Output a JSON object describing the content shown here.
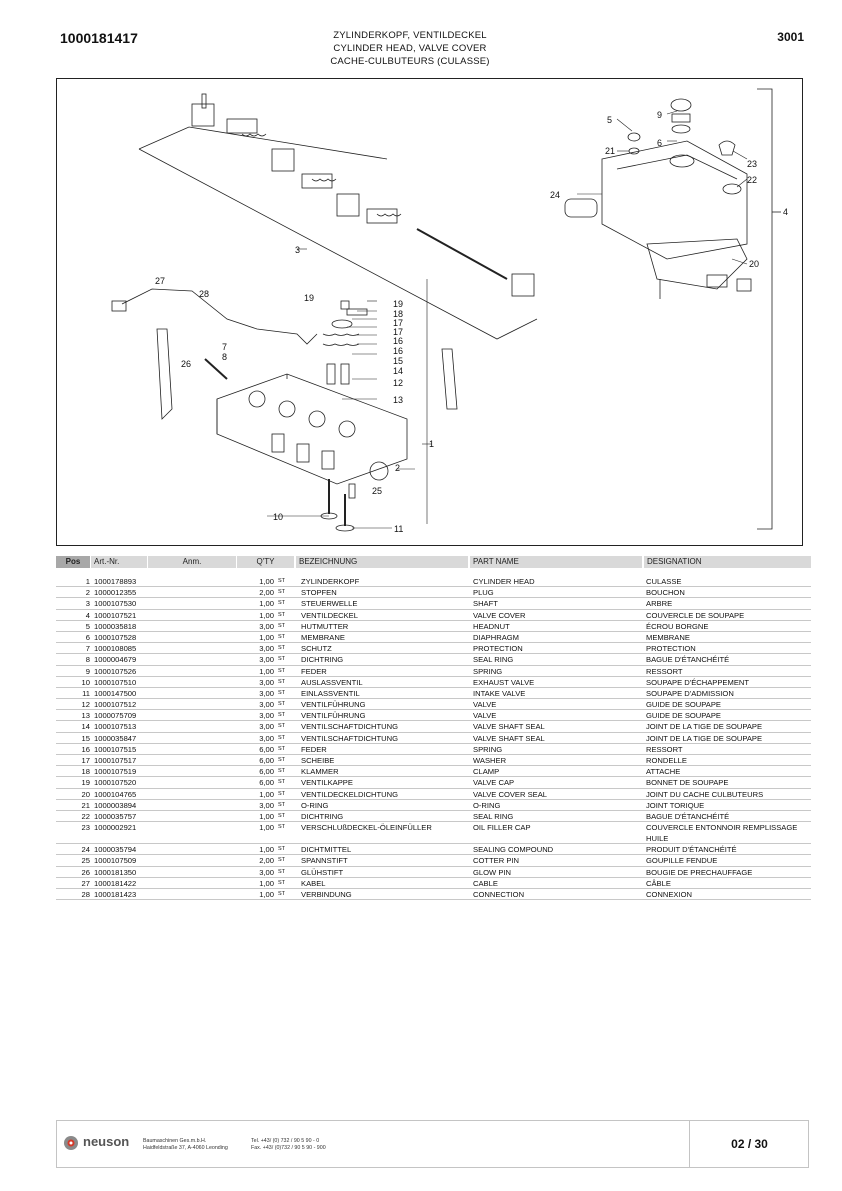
{
  "header": {
    "doc_number": "1000181417",
    "title_de": "ZYLINDERKOPF, VENTILDECKEL",
    "title_en": "CYLINDER HEAD, VALVE COVER",
    "title_fr": "CACHE-CULBUTEURS (CULASSE)",
    "group_code": "3001"
  },
  "figure": {
    "callouts": [
      "1",
      "2",
      "3",
      "4",
      "5",
      "6",
      "7",
      "8",
      "9",
      "10",
      "11",
      "12",
      "13",
      "14",
      "15",
      "16",
      "16",
      "17",
      "17",
      "18",
      "19",
      "19",
      "20",
      "21",
      "22",
      "23",
      "24",
      "25",
      "26",
      "27",
      "28"
    ]
  },
  "table": {
    "headers": {
      "pos": "Pos",
      "art": "Art.-Nr.",
      "anm": "Anm.",
      "qty": "Q'TY",
      "de": "BEZEICHNUNG",
      "en": "PART NAME",
      "fr": "DESIGNATION"
    },
    "rows": [
      {
        "pos": "1",
        "art": "1000178893",
        "qty": "1,00",
        "unit": "ST",
        "de": "ZYLINDERKOPF",
        "en": "CYLINDER HEAD",
        "fr": "CULASSE"
      },
      {
        "pos": "2",
        "art": "1000012355",
        "qty": "2,00",
        "unit": "ST",
        "de": "STOPFEN",
        "en": "PLUG",
        "fr": "BOUCHON"
      },
      {
        "pos": "3",
        "art": "1000107530",
        "qty": "1,00",
        "unit": "ST",
        "de": "STEUERWELLE",
        "en": "SHAFT",
        "fr": "ARBRE"
      },
      {
        "pos": "4",
        "art": "1000107521",
        "qty": "1,00",
        "unit": "ST",
        "de": "VENTILDECKEL",
        "en": "VALVE COVER",
        "fr": "COUVERCLE DE SOUPAPE"
      },
      {
        "pos": "5",
        "art": "1000035818",
        "qty": "3,00",
        "unit": "ST",
        "de": "HUTMUTTER",
        "en": "HEADNUT",
        "fr": "ÉCROU BORGNE"
      },
      {
        "pos": "6",
        "art": "1000107528",
        "qty": "1,00",
        "unit": "ST",
        "de": "MEMBRANE",
        "en": "DIAPHRAGM",
        "fr": "MEMBRANE"
      },
      {
        "pos": "7",
        "art": "1000108085",
        "qty": "3,00",
        "unit": "ST",
        "de": "SCHUTZ",
        "en": "PROTECTION",
        "fr": "PROTECTION"
      },
      {
        "pos": "8",
        "art": "1000004679",
        "qty": "3,00",
        "unit": "ST",
        "de": "DICHTRING",
        "en": "SEAL RING",
        "fr": "BAGUE D'ÉTANCHÉITÉ"
      },
      {
        "pos": "9",
        "art": "1000107526",
        "qty": "1,00",
        "unit": "ST",
        "de": "FEDER",
        "en": "SPRING",
        "fr": "RESSORT"
      },
      {
        "pos": "10",
        "art": "1000107510",
        "qty": "3,00",
        "unit": "ST",
        "de": "AUSLASSVENTIL",
        "en": "EXHAUST VALVE",
        "fr": "SOUPAPE D'ÉCHAPPEMENT"
      },
      {
        "pos": "11",
        "art": "1000147500",
        "qty": "3,00",
        "unit": "ST",
        "de": "EINLASSVENTIL",
        "en": "INTAKE VALVE",
        "fr": "SOUPAPE D'ADMISSION"
      },
      {
        "pos": "12",
        "art": "1000107512",
        "qty": "3,00",
        "unit": "ST",
        "de": "VENTILFÜHRUNG",
        "en": "VALVE",
        "fr": "GUIDE DE SOUPAPE"
      },
      {
        "pos": "13",
        "art": "1000075709",
        "qty": "3,00",
        "unit": "ST",
        "de": "VENTILFÜHRUNG",
        "en": "VALVE",
        "fr": "GUIDE DE SOUPAPE"
      },
      {
        "pos": "14",
        "art": "1000107513",
        "qty": "3,00",
        "unit": "ST",
        "de": "VENTILSCHAFTDICHTUNG",
        "en": "VALVE SHAFT SEAL",
        "fr": "JOINT DE LA TIGE DE SOUPAPE"
      },
      {
        "pos": "15",
        "art": "1000035847",
        "qty": "3,00",
        "unit": "ST",
        "de": "VENTILSCHAFTDICHTUNG",
        "en": "VALVE SHAFT SEAL",
        "fr": "JOINT DE LA TIGE DE SOUPAPE"
      },
      {
        "pos": "16",
        "art": "1000107515",
        "qty": "6,00",
        "unit": "ST",
        "de": "FEDER",
        "en": "SPRING",
        "fr": "RESSORT"
      },
      {
        "pos": "17",
        "art": "1000107517",
        "qty": "6,00",
        "unit": "ST",
        "de": "SCHEIBE",
        "en": "WASHER",
        "fr": "RONDELLE"
      },
      {
        "pos": "18",
        "art": "1000107519",
        "qty": "6,00",
        "unit": "ST",
        "de": "KLAMMER",
        "en": "CLAMP",
        "fr": "ATTACHE"
      },
      {
        "pos": "19",
        "art": "1000107520",
        "qty": "6,00",
        "unit": "ST",
        "de": "VENTILKAPPE",
        "en": "VALVE CAP",
        "fr": "BONNET DE SOUPAPE"
      },
      {
        "pos": "20",
        "art": "1000104765",
        "qty": "1,00",
        "unit": "ST",
        "de": "VENTILDECKELDICHTUNG",
        "en": "VALVE COVER SEAL",
        "fr": "JOINT DU CACHE CULBUTEURS"
      },
      {
        "pos": "21",
        "art": "1000003894",
        "qty": "3,00",
        "unit": "ST",
        "de": "O-RING",
        "en": "O-RING",
        "fr": "JOINT TORIQUE"
      },
      {
        "pos": "22",
        "art": "1000035757",
        "qty": "1,00",
        "unit": "ST",
        "de": "DICHTRING",
        "en": "SEAL RING",
        "fr": "BAGUE D'ÉTANCHÉITÉ"
      },
      {
        "pos": "23",
        "art": "1000002921",
        "qty": "1,00",
        "unit": "ST",
        "de": "VERSCHLUßDECKEL-ÖLEINFÜLLER",
        "en": "OIL FILLER CAP",
        "fr": "COUVERCLE ENTONNOIR REMPLISSAGE HUILE"
      },
      {
        "pos": "24",
        "art": "1000035794",
        "qty": "1,00",
        "unit": "ST",
        "de": "DICHTMITTEL",
        "en": "SEALING COMPOUND",
        "fr": "PRODUIT D'ÉTANCHÉITÉ"
      },
      {
        "pos": "25",
        "art": "1000107509",
        "qty": "2,00",
        "unit": "ST",
        "de": "SPANNSTIFT",
        "en": "COTTER PIN",
        "fr": "GOUPILLE FENDUE"
      },
      {
        "pos": "26",
        "art": "1000181350",
        "qty": "3,00",
        "unit": "ST",
        "de": "GLÜHSTIFT",
        "en": "GLOW PIN",
        "fr": "BOUGIE DE PRECHAUFFAGE"
      },
      {
        "pos": "27",
        "art": "1000181422",
        "qty": "1,00",
        "unit": "ST",
        "de": "KABEL",
        "en": "CABLE",
        "fr": "CÂBLE"
      },
      {
        "pos": "28",
        "art": "1000181423",
        "qty": "1,00",
        "unit": "ST",
        "de": "VERBINDUNG",
        "en": "CONNECTION",
        "fr": "CONNEXION"
      }
    ]
  },
  "footer": {
    "brand": "neuson",
    "company_line1": "Baumaschinen Ges.m.b.H.",
    "company_line2": "Haidfeldstraße 37, A-4060 Leonding",
    "tel": "Tel. +43/ (0) 732 / 90 5 90 - 0",
    "fax": "Fax. +43/ (0)732 / 90 5 90 - 900",
    "page": "02 / 30"
  }
}
